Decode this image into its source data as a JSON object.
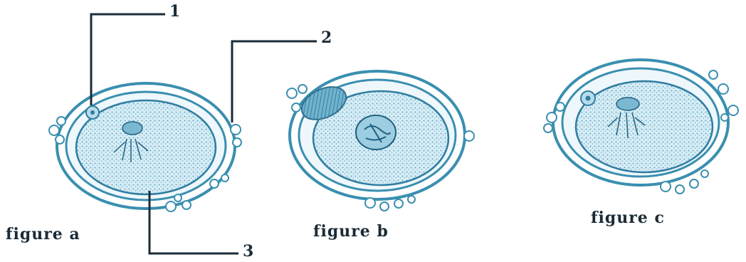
{
  "labels": {
    "one": "1",
    "two": "2",
    "three": "3"
  },
  "captions": {
    "a": "figure a",
    "b": "figure b",
    "c": "figure c"
  },
  "colors": {
    "ink": "#1b2b36",
    "stain": "#3a8fb0",
    "stain_light": "#b9dcea",
    "stain_fill": "#d6ecf4"
  }
}
